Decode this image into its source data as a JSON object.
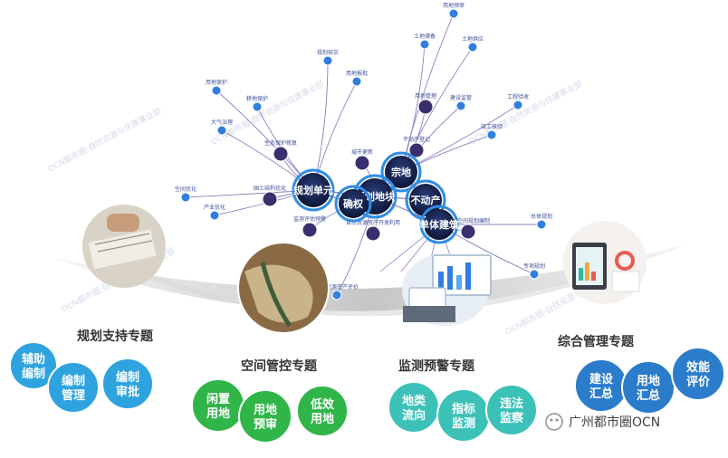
{
  "hubs": [
    {
      "label": "宗地"
    },
    {
      "label": "规划单元"
    },
    {
      "label": "规划地块"
    },
    {
      "label": "不动产"
    },
    {
      "label": "确权"
    },
    {
      "label": "单体建筑"
    }
  ],
  "satellites": [
    {
      "label": "用地预审"
    },
    {
      "label": "土地储备"
    },
    {
      "label": "土地供应"
    },
    {
      "label": "规划核实"
    },
    {
      "label": "用地报批"
    },
    {
      "label": "用地管理"
    },
    {
      "label": "建设监管"
    },
    {
      "label": "工程验收"
    },
    {
      "label": "竣工核验"
    },
    {
      "label": "用地保护"
    },
    {
      "label": "耕地保护"
    },
    {
      "label": "大气治理"
    },
    {
      "label": "生态保护修复"
    },
    {
      "label": "城市更新"
    },
    {
      "label": "不动产登记"
    },
    {
      "label": "空间优化"
    },
    {
      "label": "国土结构优化"
    },
    {
      "label": "产业优化"
    },
    {
      "label": "监测评估预警"
    },
    {
      "label": "自然资源资产开发利用"
    },
    {
      "label": "国土空间规划编制"
    },
    {
      "label": "总体规划"
    },
    {
      "label": "专项规划"
    },
    {
      "label": "自然资源资产评价"
    }
  ],
  "themes": [
    {
      "title": "规划支持专题",
      "items": [
        [
          "辅助",
          "编制"
        ],
        [
          "编制",
          "管理"
        ],
        [
          "编制",
          "审批"
        ]
      ],
      "color": "#2ea3df"
    },
    {
      "title": "空间管控专题",
      "items": [
        [
          "闲置",
          "用地"
        ],
        [
          "用地",
          "预审"
        ],
        [
          "低效",
          "用地"
        ]
      ],
      "color": "#2fb548"
    },
    {
      "title": "监测预警专题",
      "items": [
        [
          "地类",
          "流向"
        ],
        [
          "指标",
          "监测"
        ],
        [
          "违法",
          "监察"
        ]
      ],
      "color": "#3cc1b8"
    },
    {
      "title": "综合管理专题",
      "items": [
        [
          "建设",
          "汇总"
        ],
        [
          "用地",
          "汇总"
        ],
        [
          "效能",
          "评价"
        ]
      ],
      "color": "#2b7ccb"
    }
  ],
  "brand": {
    "name": "广州都市圈OCN"
  },
  "watermark": {
    "text": "OCN都市圈·自然资源与住建事业部"
  },
  "colors": {
    "hub": "#15224a",
    "hub_ring": "#2f8de4",
    "satellite_dark": "#3a2f6e",
    "satellite_blue": "#2f7ee0",
    "edge": "#8b7fc2",
    "arc": "#c9c9c9"
  }
}
